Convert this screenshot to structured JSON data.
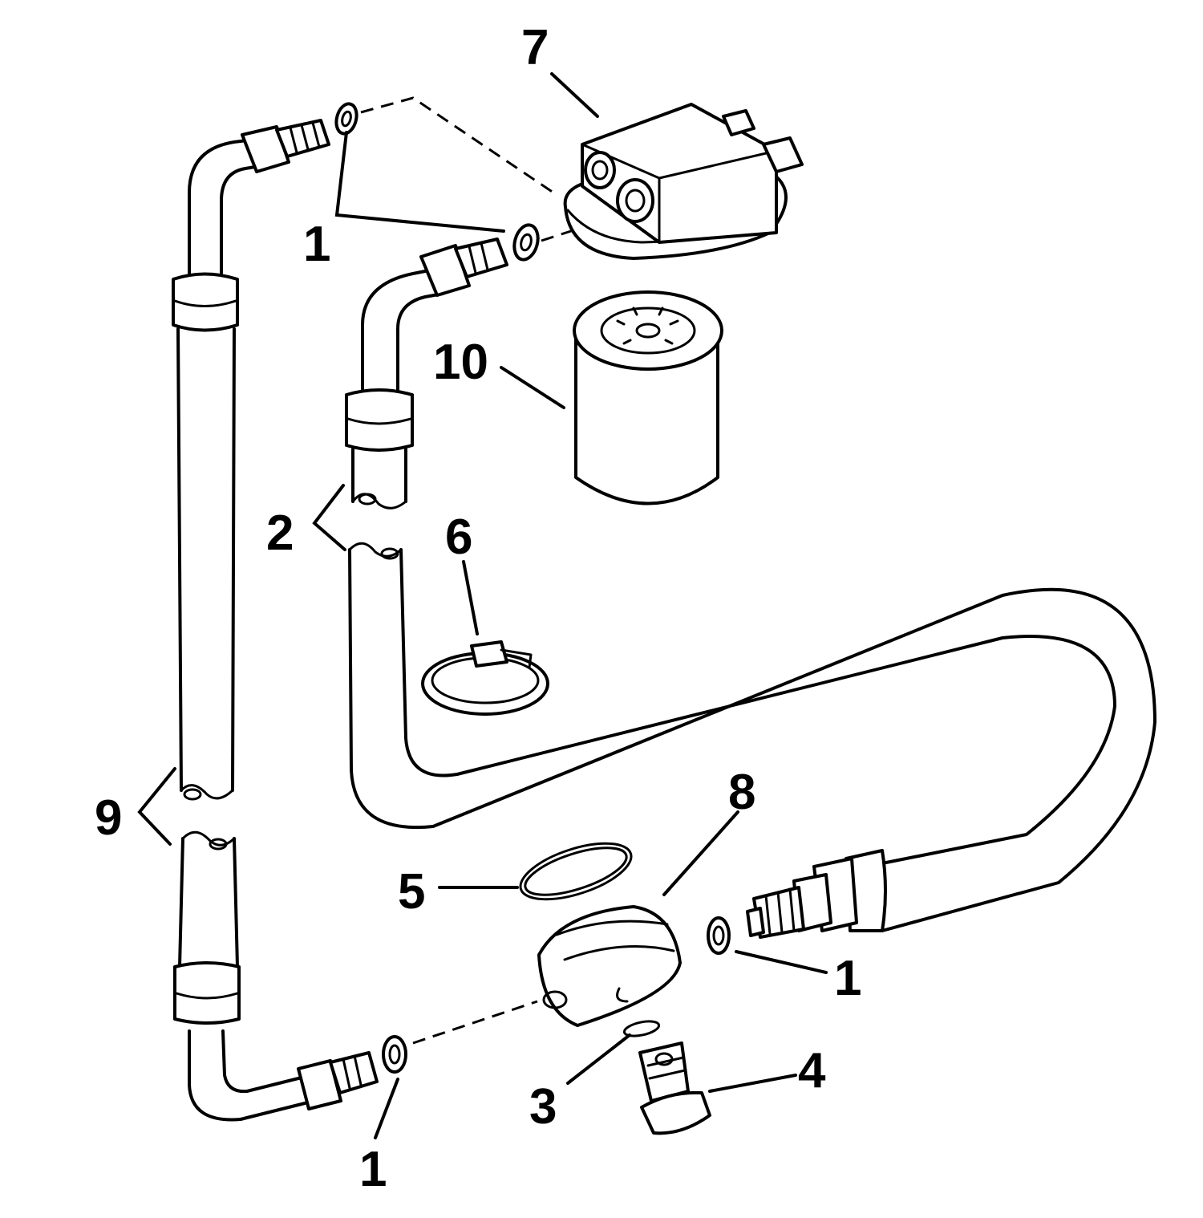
{
  "callouts": {
    "c7": "7",
    "c1_top": "1",
    "c10": "10",
    "c2": "2",
    "c6": "6",
    "c9": "9",
    "c8": "8",
    "c5": "5",
    "c1_right": "1",
    "c4": "4",
    "c3": "3",
    "c1_bottom": "1"
  },
  "colors": {
    "line": "#000000",
    "background": "#ffffff"
  }
}
